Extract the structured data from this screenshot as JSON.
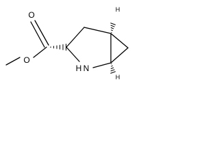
{
  "molecule": {
    "atoms": {
      "o_carbonyl": "O",
      "o_ester": "O",
      "nitrogen": "N",
      "n_hydrogen": "H",
      "stereo_h_top": "H",
      "stereo_h_bottom": "H"
    },
    "bonds": {
      "carbonyl": "double",
      "c_alpha_to_ester_carbon": "hashed-wedge",
      "bridgehead_top_h": "hashed-wedge",
      "bridgehead_bottom_h": "hashed-wedge"
    },
    "colors": {
      "ink": "#000000",
      "background": "#ffffff"
    }
  }
}
